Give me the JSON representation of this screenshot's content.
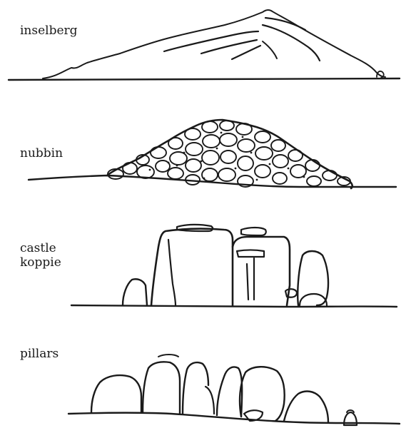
{
  "labels": {
    "inselberg": "inselberg",
    "nubbin": "nubbin",
    "castle_koppie": "castle\nkoppie",
    "pillars": "pillars"
  },
  "colors": {
    "ink": "#1a1a1a",
    "background": "#ffffff"
  }
}
